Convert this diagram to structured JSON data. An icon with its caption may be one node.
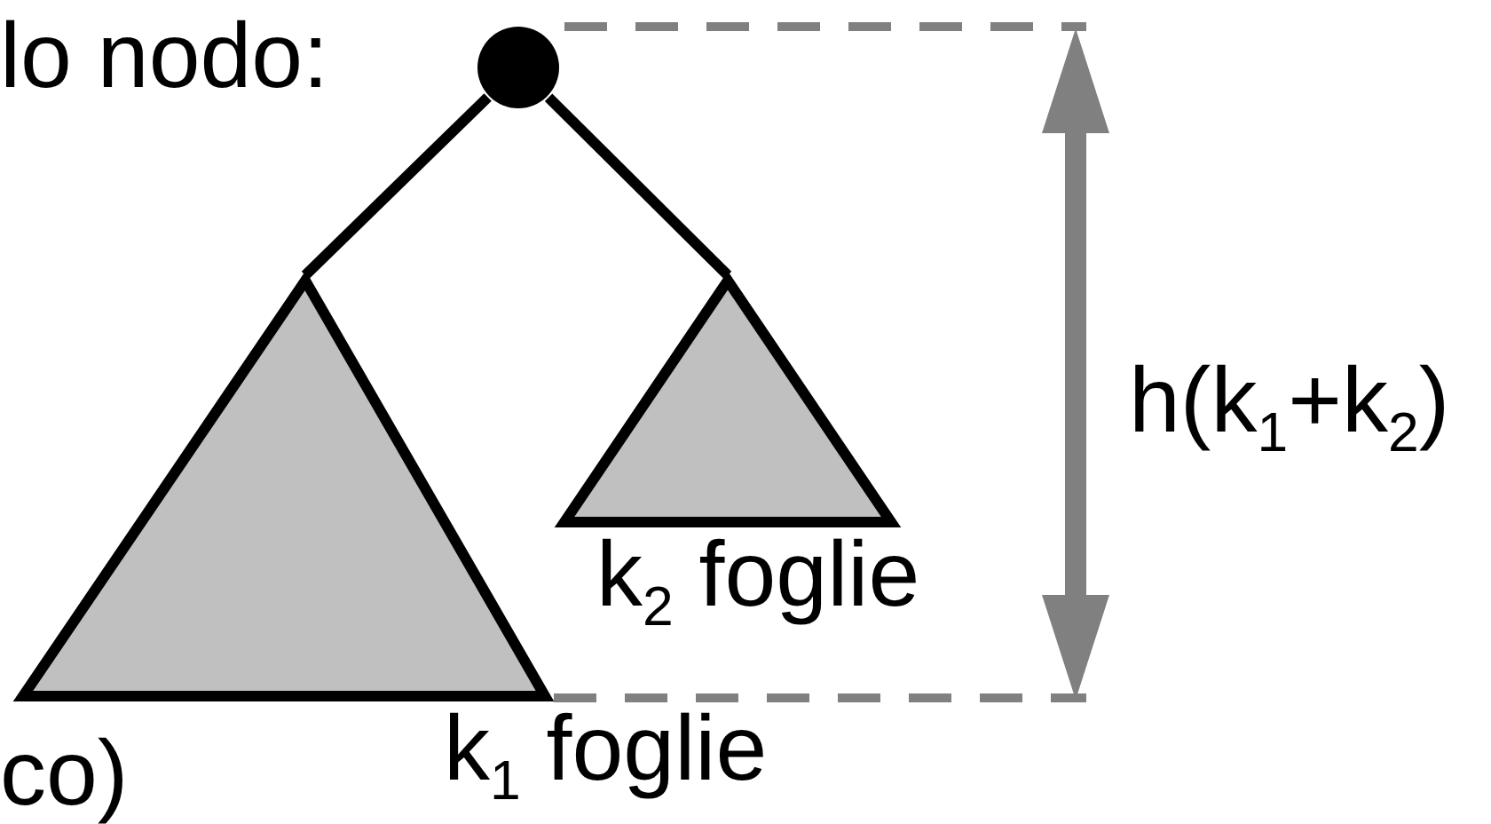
{
  "diagram": {
    "nodes": [
      {
        "text": [],
        "shape": "circle"
      },
      {
        "text": [],
        "shape": "triangle",
        "beside": [
          "k$_{1}$ foglie"
        ]
      },
      {
        "text": [],
        "shape": "triangle",
        "beside": [
          "k$_{2}$ foglie"
        ]
      }
    ],
    "edges": [
      {
        "from": 0,
        "to": 1,
        "arrow": "none"
      },
      {
        "from": 0,
        "to": 2,
        "arrow": "none"
      }
    ],
    "labels": [
      "lo nodo:",
      "co)",
      "h(k$_{1}$+k$_{2}$)"
    ]
  }
}
